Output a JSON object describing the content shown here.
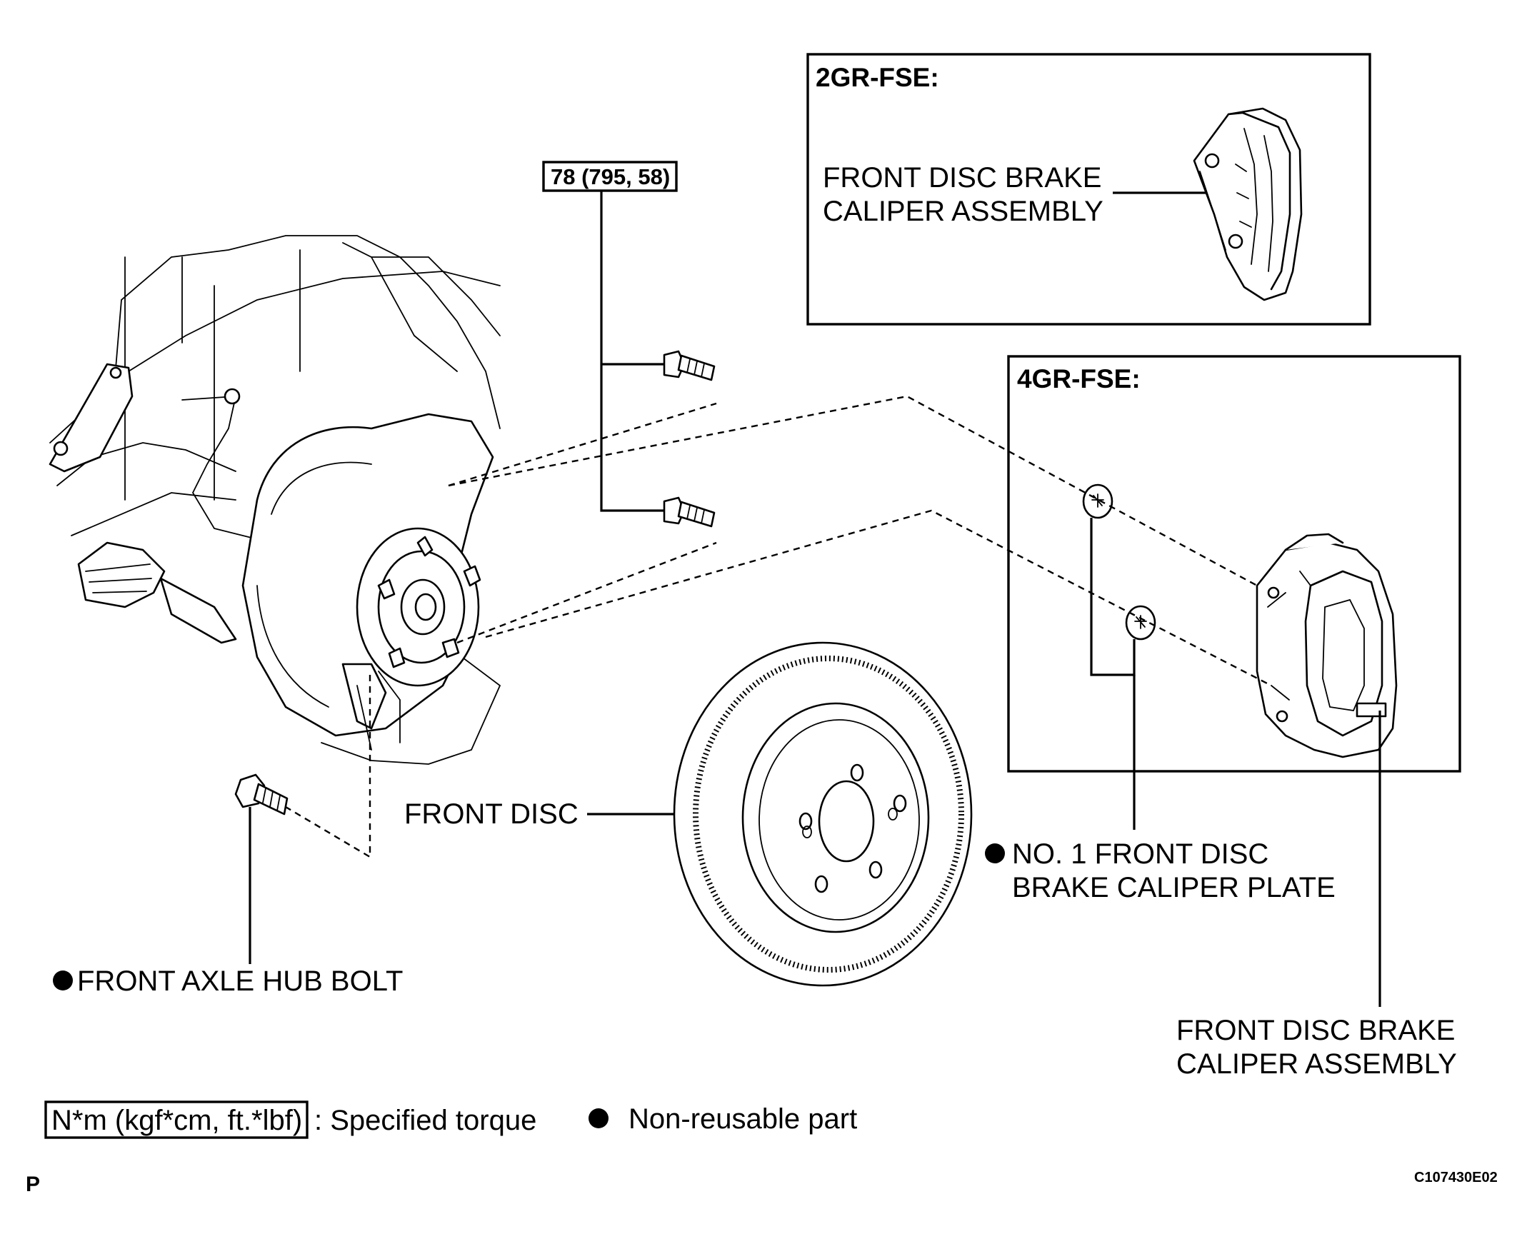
{
  "panels": {
    "engine_2gr": "2GR-FSE:",
    "engine_4gr": "4GR-FSE:"
  },
  "labels": {
    "caliper_2gr_line1": "FRONT DISC BRAKE",
    "caliper_2gr_line2": "CALIPER ASSEMBLY",
    "torque_value": "78 (795, 58)",
    "front_disc": "FRONT DISC",
    "caliper_plate_line1": "NO. 1 FRONT DISC",
    "caliper_plate_line2": "BRAKE CALIPER PLATE",
    "axle_hub_bolt": "FRONT AXLE HUB BOLT",
    "caliper_4gr_line1": "FRONT DISC BRAKE",
    "caliper_4gr_line2": "CALIPER ASSEMBLY"
  },
  "legend": {
    "torque_unit": "N*m (kgf*cm, ft.*lbf)",
    "torque_text": ": Specified torque",
    "nonreusable_text": "Non-reusable part"
  },
  "footer": {
    "page_marker": "P",
    "figure_code": "C107430E02"
  },
  "colors": {
    "ink": "#000000",
    "paper": "#ffffff"
  }
}
